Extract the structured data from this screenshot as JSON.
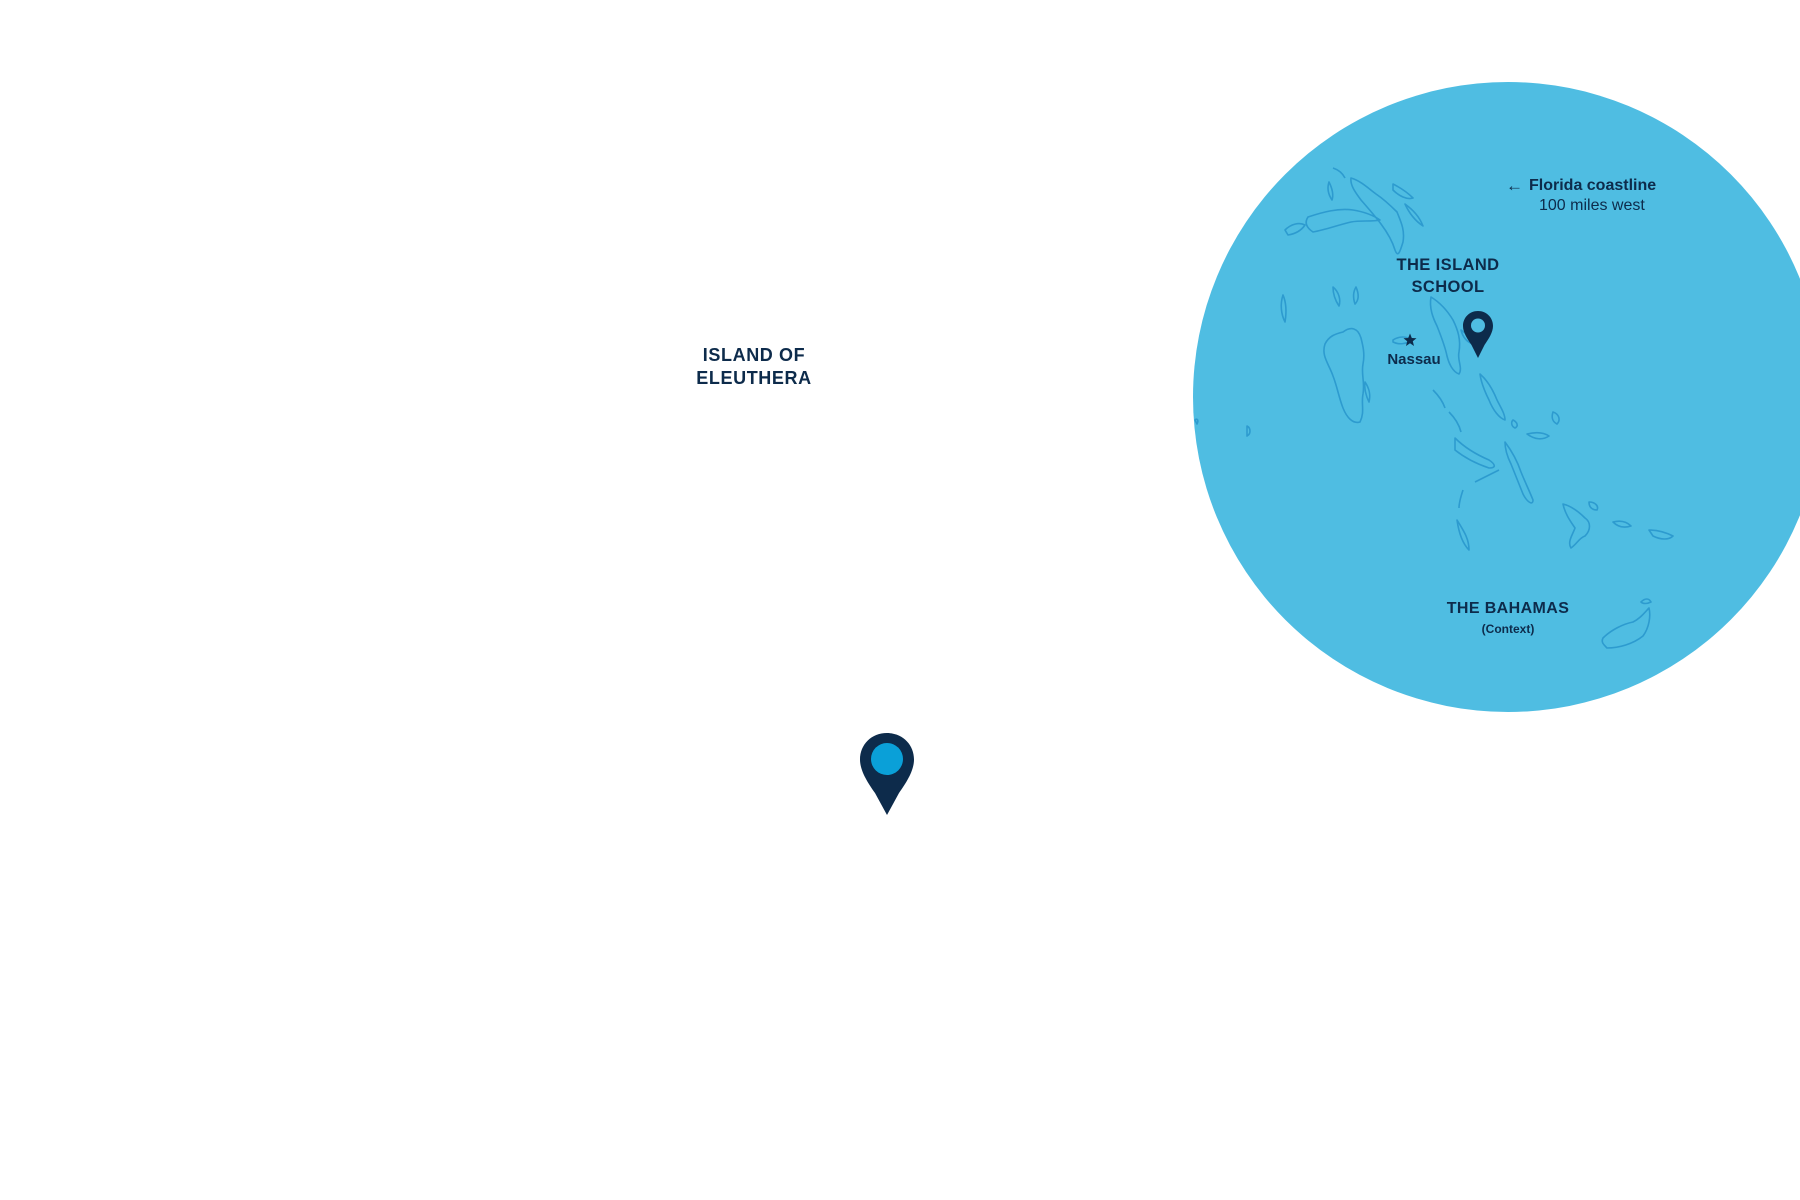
{
  "main_map": {
    "label_line1": "ISLAND OF",
    "label_line2": "ELEUTHERA",
    "pin_icon": "map-pin-icon"
  },
  "inset_map": {
    "florida_label": "Florida coastline",
    "florida_distance": "100 miles west",
    "arrow_icon": "arrow-left-icon",
    "school_label_line1": "THE ISLAND",
    "school_label_line2": "SCHOOL",
    "city_label": "Nassau",
    "city_icon": "star-icon",
    "region_title": "THE BAHAMAS",
    "region_subtitle": "(Context)",
    "pin_icon": "map-pin-icon"
  },
  "colors": {
    "navy": "#0d2b4b",
    "ocean_circle": "#4fbde2",
    "pin_dot": "#0aa0d8",
    "island_stroke": "#2d9bcf"
  }
}
